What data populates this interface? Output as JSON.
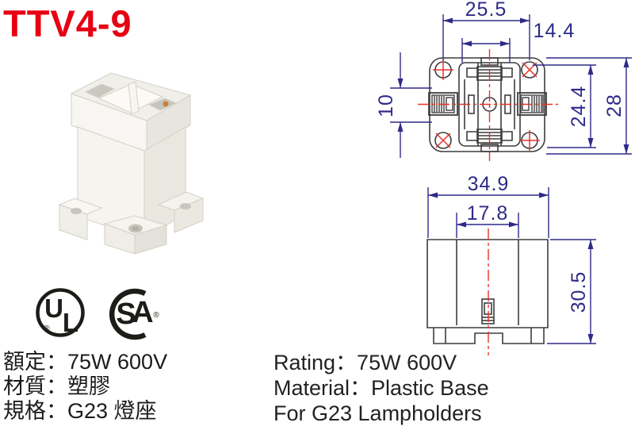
{
  "title": "TTV4-9",
  "certifications": {
    "ul": {
      "letter_u": "U",
      "letter_l": "L",
      "registered": "®"
    },
    "csa": {
      "letter_s": "S",
      "letter_a": "A",
      "registered": "®"
    }
  },
  "top_view": {
    "hole_spacing": "25.5",
    "slot_width": "14.4",
    "contact_height": "10",
    "hole_vertical_spacing": "24.4",
    "body_height": "28"
  },
  "front_view": {
    "body_width": "34.9",
    "inner_width": "17.8",
    "body_height": "30.5"
  },
  "specs_zh": {
    "rows": [
      {
        "label": "額定：",
        "value": "75W 600V"
      },
      {
        "label": "材質：",
        "value": "塑膠"
      },
      {
        "label": "規格：",
        "value": "G23 燈座"
      }
    ]
  },
  "specs_en": {
    "rows": [
      "Rating：75W 600V",
      "Material：Plastic Base",
      "For G23 Lampholders"
    ]
  },
  "colors": {
    "title_red": "#e60012",
    "dimension_blue": "#2f2a88",
    "centerline_red": "#e73329",
    "outline_gray": "#3d3d3d"
  }
}
